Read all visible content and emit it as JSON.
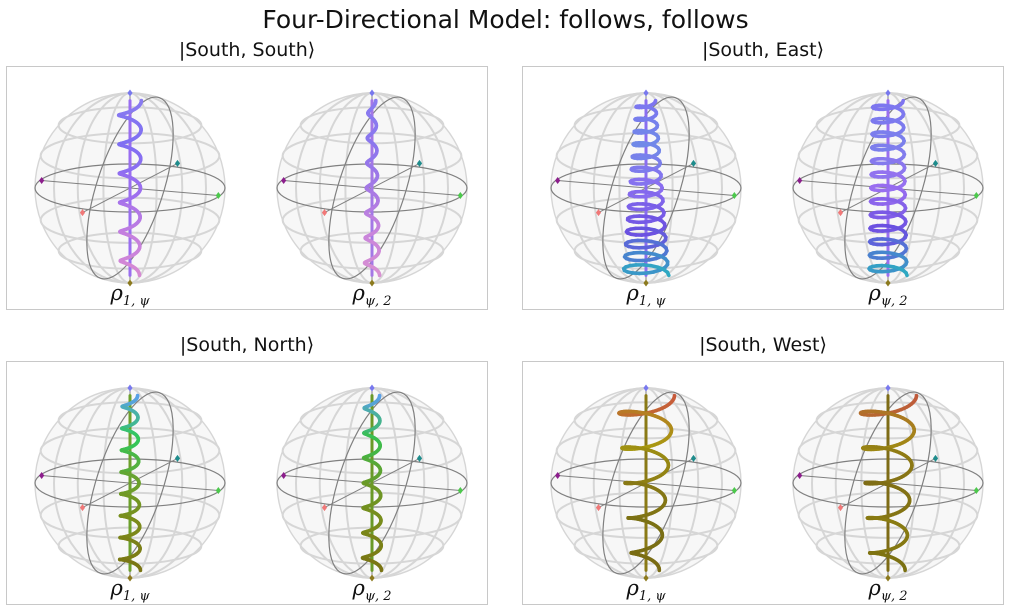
{
  "title": "Four-Directional Model: follows, follows",
  "panels": [
    {
      "title": "|South, South⟩",
      "spheres": [
        {
          "label_main": "ρ",
          "label_sub": "1, ψ",
          "trajectory": {
            "colors": [
              "#8a7cf0",
              "#7e6ff2",
              "#9a6ef0",
              "#c27ee0",
              "#d78ad3"
            ],
            "start_width": 0.12,
            "end_width": 0.1,
            "loops": 6
          }
        },
        {
          "label_main": "ρ",
          "label_sub": "ψ, 2",
          "trajectory": {
            "colors": [
              "#8a7cf0",
              "#8a76ee",
              "#a478e6",
              "#c884dc",
              "#d890d2"
            ],
            "start_width": 0.04,
            "end_width": 0.08,
            "loops": 7
          }
        }
      ]
    },
    {
      "title": "|South, East⟩",
      "spheres": [
        {
          "label_main": "ρ",
          "label_sub": "1, ψ",
          "trajectory": {
            "colors": [
              "#7e74f0",
              "#6f8ae8",
              "#8a6ef0",
              "#6a50e0",
              "#2eaac2"
            ],
            "start_width": 0.1,
            "end_width": 0.24,
            "loops": 14
          }
        },
        {
          "label_main": "ρ",
          "label_sub": "ψ, 2",
          "trajectory": {
            "colors": [
              "#7e74f0",
              "#7a80ec",
              "#9a6ef0",
              "#6a50e0",
              "#2eaac2"
            ],
            "start_width": 0.16,
            "end_width": 0.2,
            "loops": 13
          }
        }
      ]
    },
    {
      "title": "|South, North⟩",
      "spheres": [
        {
          "label_main": "ρ",
          "label_sub": "1, ψ",
          "trajectory": {
            "colors": [
              "#5aa0ea",
              "#32c85a",
              "#6ca02c",
              "#7c8a1a",
              "#7a7414"
            ],
            "start_width": 0.08,
            "end_width": 0.11,
            "loops": 8
          }
        },
        {
          "label_main": "ρ",
          "label_sub": "ψ, 2",
          "trajectory": {
            "colors": [
              "#5aa0ea",
              "#38c050",
              "#6a9a28",
              "#7a8a1a",
              "#7a7414"
            ],
            "start_width": 0.08,
            "end_width": 0.1,
            "loops": 7
          }
        }
      ]
    },
    {
      "title": "|South, West⟩",
      "spheres": [
        {
          "label_main": "ρ",
          "label_sub": "1, ψ",
          "trajectory": {
            "colors": [
              "#c85a3c",
              "#a89a10",
              "#8a7a16",
              "#7a7014",
              "#7a6c14"
            ],
            "start_width": 0.3,
            "end_width": 0.14,
            "loops": 5
          }
        },
        {
          "label_main": "ρ",
          "label_sub": "ψ, 2",
          "trajectory": {
            "colors": [
              "#c05a3c",
              "#a08a14",
              "#7e6c16",
              "#8a7c12",
              "#7a7012"
            ],
            "start_width": 0.3,
            "end_width": 0.18,
            "loops": 5
          }
        }
      ]
    }
  ],
  "axis_marker_colors": {
    "x_front": "#f07878",
    "x_back": "#1e8c8c",
    "y_right": "#4cc84c",
    "y_left": "#8c1e8c",
    "z_top": "#7878ee",
    "z_bottom": "#8c7a1e"
  },
  "wire_color": "#808080",
  "grid_color": "#d6d6d6",
  "sphere_fill": "#f7f7f7"
}
